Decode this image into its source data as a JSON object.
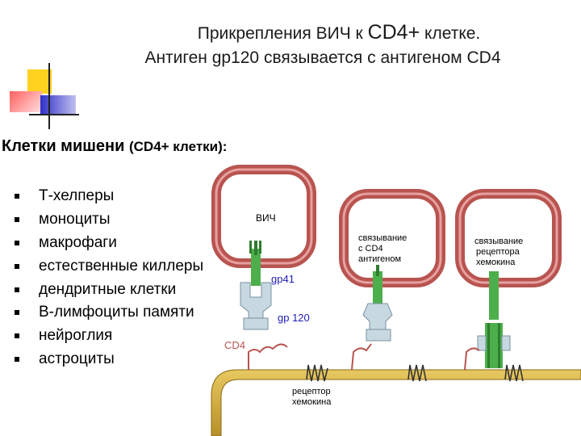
{
  "slide": {
    "title_line1_a": "Прикрепления ВИЧ к ",
    "title_line1_b": "CD4+",
    "title_line1_c": " клетке.",
    "title_line2": "Антиген gp120 связывается с антигеном CD4"
  },
  "list": {
    "heading": "Клетки мишени ",
    "heading_sub": "(CD4+ клетки):",
    "items": [
      "Т-хелперы",
      "моноциты",
      "макрофаги",
      "естественные киллеры",
      "дендритные клетки",
      "В-лимфоциты памяти",
      "нейроглия",
      "астроциты"
    ]
  },
  "figure": {
    "label_vich": "ВИЧ",
    "label_gp41": "gp41",
    "label_gp120": "gp 120",
    "label_cd4": "CD4",
    "label_binding_cd4": [
      "связывание",
      "с CD4",
      "антигеном"
    ],
    "label_binding_chemokine": [
      "связывание",
      "рецептора",
      "хемокина"
    ],
    "label_receptor": [
      "рецептор",
      "хемокина"
    ]
  },
  "colors": {
    "virus_ring": "#b85450",
    "membrane": "#d4aa3c",
    "gp41": "#4caf4c",
    "gp120": "#c8d8e0",
    "deco_yellow": "#ffd21f",
    "deco_red": "#ff4a4a",
    "deco_blue": "#3a3acc",
    "label_blue": "#1d1db5"
  }
}
